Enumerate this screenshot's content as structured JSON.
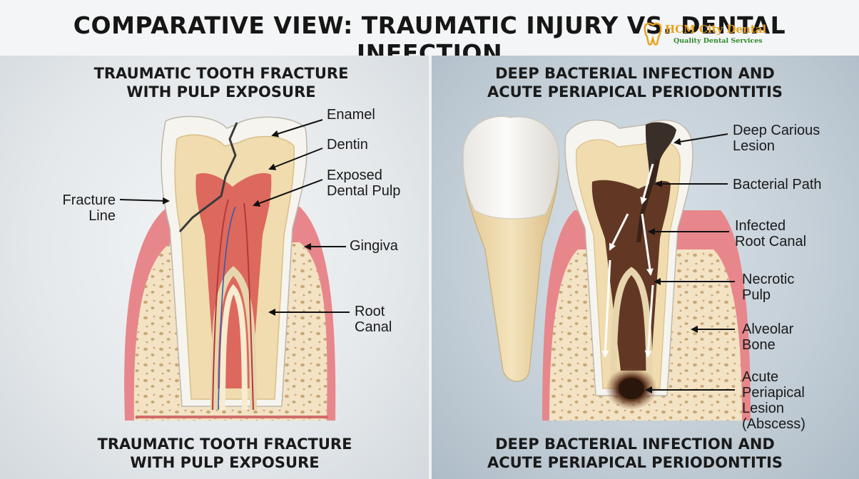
{
  "header": {
    "title": "COMPARATIVE VIEW: TRAUMATIC INJURY VS. DENTAL INFECTION",
    "logo_name": "HCM City Dental",
    "logo_tagline": "Quality Dental Services"
  },
  "left_panel": {
    "heading_top": [
      "TRAUMATIC TOOTH FRACTURE",
      "WITH PULP EXPOSURE"
    ],
    "heading_bottom": [
      "TRAUMATIC TOOTH FRACTURE",
      "WITH PULP EXPOSURE"
    ],
    "labels": {
      "enamel": "Enamel",
      "dentin": "Dentin",
      "exposed_pulp": [
        "Exposed",
        "Dental Pulp"
      ],
      "fracture_line": [
        "Fracture",
        "Line"
      ],
      "gingiva": "Gingiva",
      "root_canal": [
        "Root",
        "Canal"
      ]
    }
  },
  "right_panel": {
    "heading_top": [
      "DEEP BACTERIAL INFECTION AND",
      "ACUTE PERIAPICAL PERIODONTITIS"
    ],
    "heading_bottom": [
      "DEEP BACTERIAL INFECTION AND",
      "ACUTE PERIAPICAL PERIODONTITIS"
    ],
    "labels": {
      "carious_lesion": [
        "Deep Carious",
        "Lesion"
      ],
      "bacterial_path": "Bacterial Path",
      "infected_canal": [
        "Infected",
        "Root Canal"
      ],
      "necrotic_pulp": [
        "Necrotic",
        "Pulp"
      ],
      "alveolar_bone": [
        "Alveolar",
        "Bone"
      ],
      "periapical_lesion": [
        "Acute",
        "Periapical",
        "Lesion",
        "(Abscess)"
      ]
    }
  },
  "colors": {
    "enamel": "#f6f4ef",
    "dentin": "#f0dcae",
    "pulp": "#d9534f",
    "gingiva": "#e7878b",
    "bone": "#f3e3c4",
    "necrotic": "#5a2e1c",
    "abscess": "#3b2414"
  }
}
